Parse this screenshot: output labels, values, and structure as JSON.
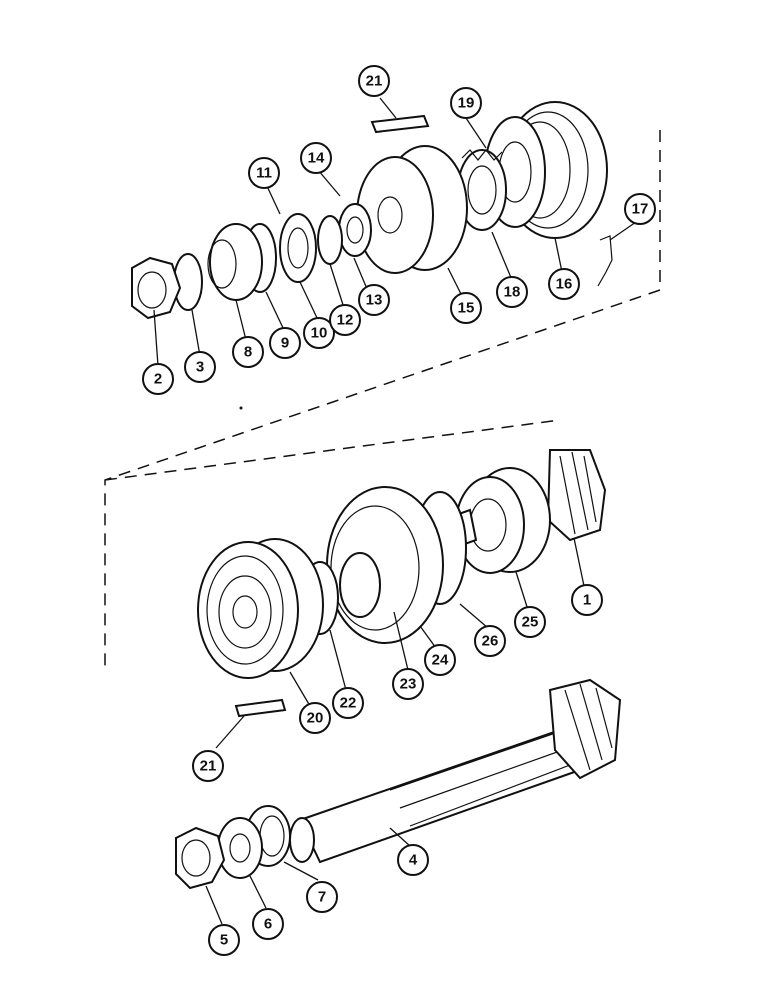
{
  "diagram": {
    "callouts": [
      {
        "id": "c1",
        "label": "1"
      },
      {
        "id": "c2",
        "label": "2"
      },
      {
        "id": "c3",
        "label": "3"
      },
      {
        "id": "c4",
        "label": "4"
      },
      {
        "id": "c5",
        "label": "5"
      },
      {
        "id": "c6",
        "label": "6"
      },
      {
        "id": "c7",
        "label": "7"
      },
      {
        "id": "c8",
        "label": "8"
      },
      {
        "id": "c9",
        "label": "9"
      },
      {
        "id": "c10",
        "label": "10"
      },
      {
        "id": "c11",
        "label": "11"
      },
      {
        "id": "c12",
        "label": "12"
      },
      {
        "id": "c13",
        "label": "13"
      },
      {
        "id": "c14",
        "label": "14"
      },
      {
        "id": "c15",
        "label": "15"
      },
      {
        "id": "c16",
        "label": "16"
      },
      {
        "id": "c17",
        "label": "17"
      },
      {
        "id": "c18",
        "label": "18"
      },
      {
        "id": "c19",
        "label": "19"
      },
      {
        "id": "c20",
        "label": "20"
      },
      {
        "id": "c21a",
        "label": "21"
      },
      {
        "id": "c21b",
        "label": "21"
      },
      {
        "id": "c22",
        "label": "22"
      },
      {
        "id": "c23",
        "label": "23"
      },
      {
        "id": "c24",
        "label": "24"
      },
      {
        "id": "c25",
        "label": "25"
      },
      {
        "id": "c26",
        "label": "26"
      }
    ]
  }
}
